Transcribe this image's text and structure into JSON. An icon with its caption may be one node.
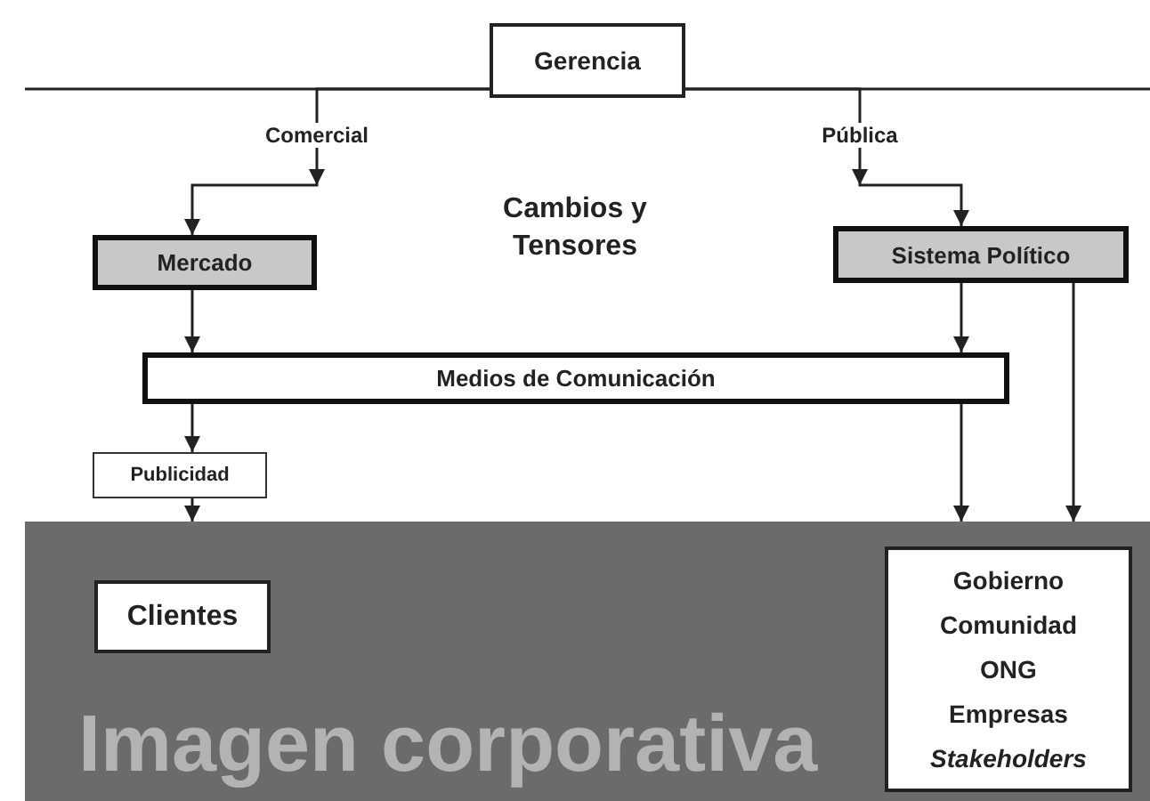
{
  "diagram": {
    "nodes": [
      {
        "text": [
          "Gerencia"
        ]
      },
      {
        "text": [
          "Mercado"
        ]
      },
      {
        "text": [
          "Sistema Político"
        ]
      },
      {
        "text": [
          "Medios de Comunicación"
        ]
      },
      {
        "text": [
          "Publicidad"
        ]
      },
      {
        "text": [
          "Imagen corporativa"
        ]
      },
      {
        "text": [
          "Clientes"
        ],
        "in": 5
      },
      {
        "text": [
          "Gobierno",
          "Comunidad",
          "ONG",
          "Empresas",
          "Stakeholders"
        ],
        "in": 5
      }
    ],
    "edges": [
      {
        "from": 0,
        "to": 1,
        "arrow": "to",
        "label": "Comercial"
      },
      {
        "from": 0,
        "to": 2,
        "arrow": "to",
        "label": "Pública"
      },
      {
        "from": 1,
        "to": 3,
        "arrow": "to"
      },
      {
        "from": 2,
        "to": 3,
        "arrow": "to"
      },
      {
        "from": 3,
        "to": 4,
        "arrow": "to"
      },
      {
        "from": 3,
        "to": 5,
        "arrow": "to"
      },
      {
        "from": 2,
        "to": 5,
        "arrow": "to"
      },
      {
        "from": 4,
        "to": 5,
        "arrow": "to"
      }
    ],
    "labels": [
      "Cambios y Tensores"
    ]
  }
}
